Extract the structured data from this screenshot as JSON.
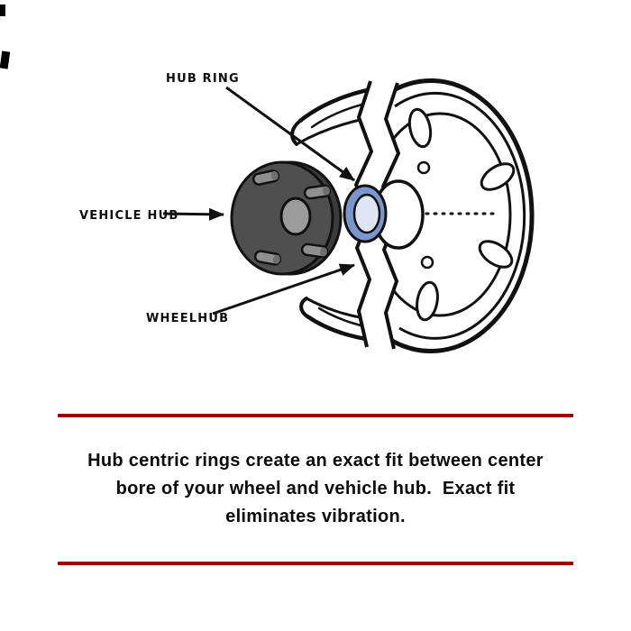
{
  "diagram": {
    "labels": {
      "hub_ring": "HUB RING",
      "vehicle_hub": "VEHICLE HUB",
      "wheelhub": "WHEELHUB"
    },
    "colors": {
      "outline": "#111111",
      "hub_ring_band": "#7b96cc",
      "hub_ring_hole": "#dfe6f3",
      "vehicle_hub_face": "#4f4f4f",
      "vehicle_hub_edge": "#3b3b3b",
      "vehicle_hub_bore": "#9b9b9b",
      "stud": "#8f8f8f",
      "stud_tip": "#6e6e6e"
    }
  },
  "caption": {
    "lines": [
      "Hub centric rings create an exact fit between center",
      "bore of your wheel and vehicle hub.  Exact fit",
      "eliminates vibration."
    ],
    "divider_color": "#990000"
  }
}
